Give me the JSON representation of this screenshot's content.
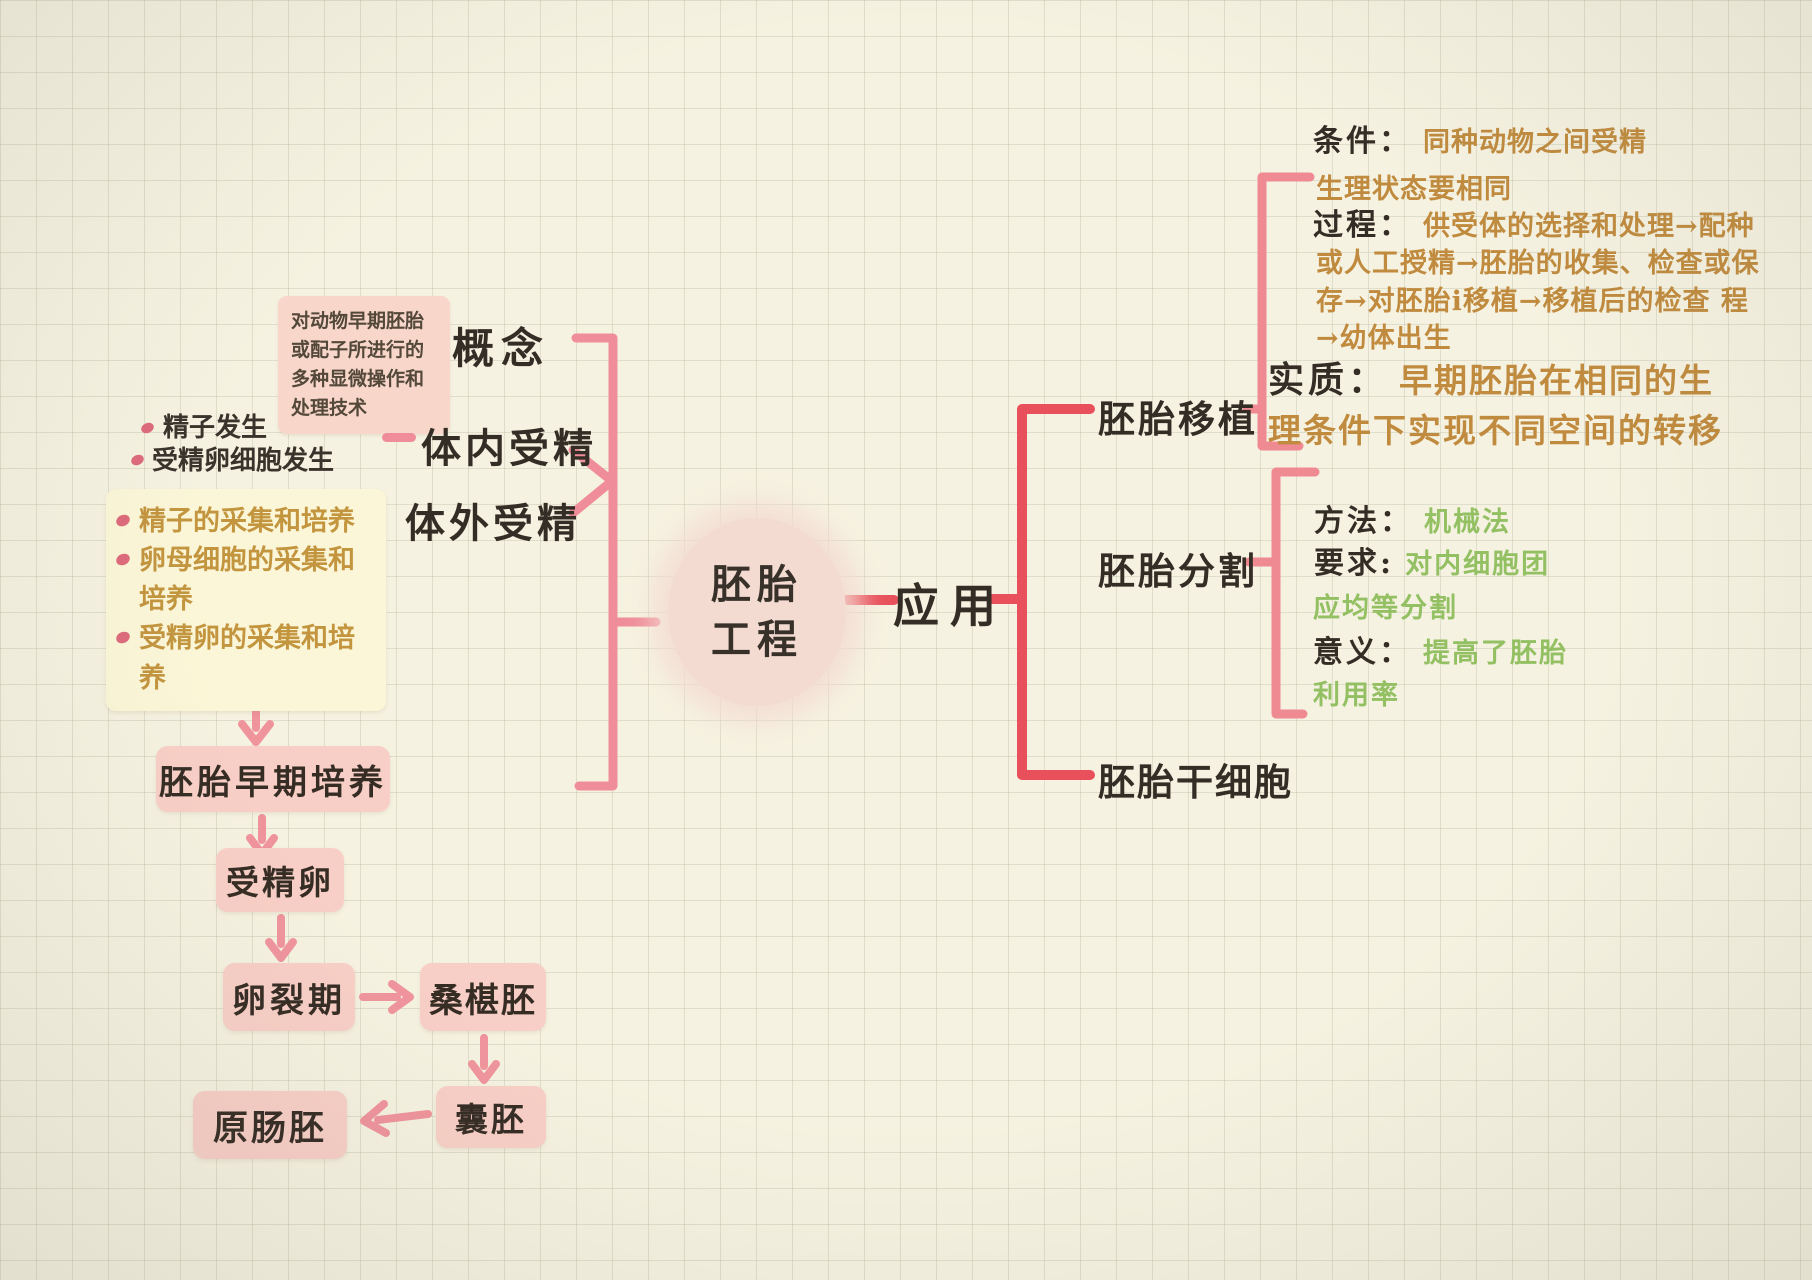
{
  "center": {
    "line1": "胚胎",
    "line2": "工程"
  },
  "concept": {
    "label": "概念",
    "note_text": "对动物早期胚胎或配子所进行的多种显微操作和处理技术"
  },
  "insemination": {
    "bullets": [
      "精子发生",
      "受精卵细胞发生"
    ],
    "in_vivo_label": "体内受精",
    "in_vitro_label": "体外受精"
  },
  "collection_box": {
    "items": [
      "精子的采集和培养",
      "卵母细胞的采集和培养",
      "受精卵的采集和培养"
    ]
  },
  "development_flow": {
    "early_culture": "胚胎早期培养",
    "zygote": "受精卵",
    "cleavage": "卵裂期",
    "morula": "桑椹胚",
    "blastocyst": "囊胚",
    "gastrula": "原肠胚"
  },
  "application": {
    "label": "应用"
  },
  "transplant": {
    "label": "胚胎移植",
    "condition_label": "条件：",
    "condition_value": "同种动物之间受精",
    "condition_line2": "生理状态要相同",
    "process_label": "过程：",
    "process_value": "供受体的选择和处理→配种",
    "process_line2": "或人工授精→胚胎的收集、检查或保",
    "process_line3": "存→对胚胎i移植→移植后的检查 程",
    "process_line4": "→幼体出生",
    "essence_label": "实质：",
    "essence_value": "早期胚胎在相同的生",
    "essence_line2": "理条件下实现不同空间的转移"
  },
  "splitting": {
    "label": "胚胎分割",
    "method_label": "方法：",
    "method_value": "机械法",
    "requirement_label": "要求:",
    "requirement_value": "对内细胞团",
    "requirement_line2": "应均等分割",
    "significance_label": "意义：",
    "significance_value": "提高了胚胎",
    "significance_line2": "利用率"
  },
  "stem_cell": {
    "label": "胚胎干细胞"
  },
  "colors": {
    "background": "#f6f2e1",
    "grid_line": "#dfe0d0",
    "left_branch_pink": "#ef8e9a",
    "flow_arrow_pink": "#f0949c",
    "right_branch_red": "#e8515b",
    "sub_branch_pink": "#f08a92",
    "box_pink": "#f8cfc6",
    "box_yellow": "#fbf6d7",
    "note_pink": "#f8d7ca",
    "circle_pink": "#f3dbd2",
    "text_dark": "#332d26",
    "text_orange": "#c08b3e",
    "text_green": "#93c063",
    "bullet_pink": "#dd6b7b"
  }
}
